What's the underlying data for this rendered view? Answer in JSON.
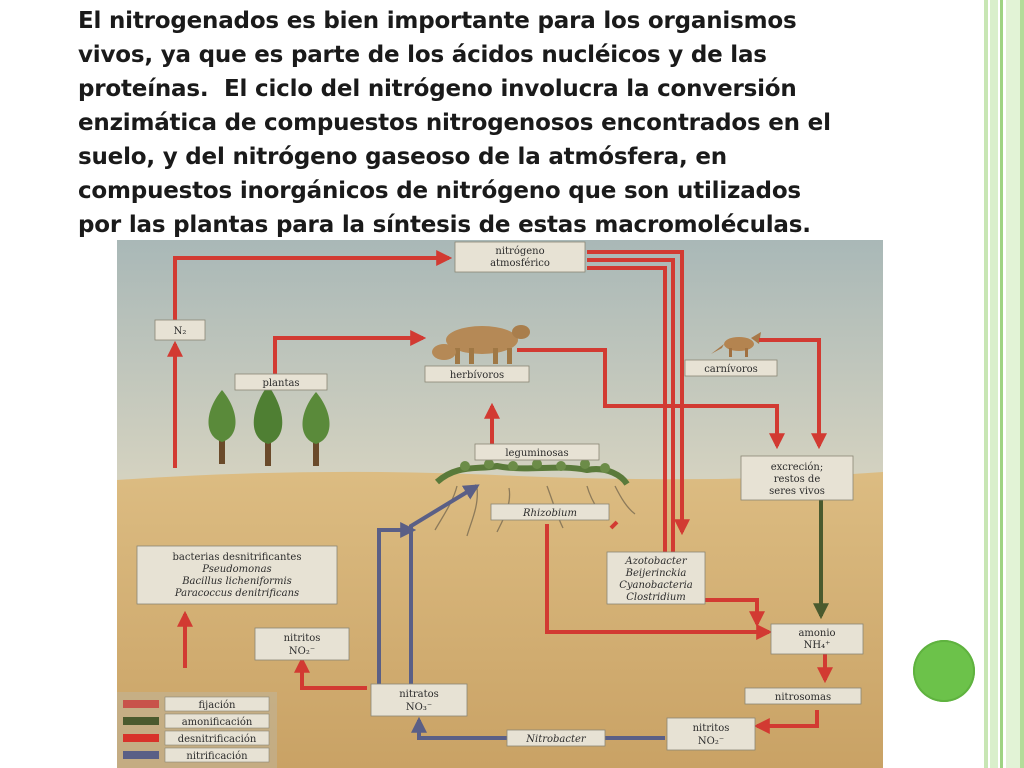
{
  "paragraph": "El nitrogenados es bien importante para los organismos\nvivos, ya que es parte de los ácidos nucléicos y de las\nproteínas.  El ciclo del nitrógeno involucra la conversión\nenzimática de compuestos nitrogenosos encontrados en el\nsuelo, y del nitrógeno gaseoso de la atmósfera, en\ncompuestos inorgánicos de nitrógeno que son utilizados\npor las plantas para la síntesis de estas macromoléculas.",
  "diagram": {
    "atmospheric_n": [
      "nitrógeno",
      "atmosférico"
    ],
    "n2": "N₂",
    "plants": "plantas",
    "herbivores": "herbívoros",
    "carnivores": "carnívoros",
    "legumes": "leguminosas",
    "excretion": [
      "excreción;",
      "restos de",
      "seres vivos"
    ],
    "rhizobium": "Rhizobium",
    "denitrifying": [
      "bacterias desnitrificantes",
      "Pseudomonas",
      "Bacillus licheniformis",
      "Paracoccus denitrificans"
    ],
    "fixers": [
      "Azotobacter",
      "Beijerinckia",
      "Cyanobacteria",
      "Clostridium"
    ],
    "nitrites_left": [
      "nitritos",
      "NO₂⁻"
    ],
    "nitrates": [
      "nitratos",
      "NO₃⁻"
    ],
    "ammonium": [
      "amonio",
      "NH₄⁺"
    ],
    "nitrosomonas": "nitrosomas",
    "nitrites_right": [
      "nitritos",
      "NO₂⁻"
    ],
    "nitrobacter": "Nitrobacter"
  },
  "legend": [
    {
      "label": "fijación",
      "color": "#c8524a"
    },
    {
      "label": "amonificación",
      "color": "#4a5a2e"
    },
    {
      "label": "desnitrificación",
      "color": "#d8322a"
    },
    {
      "label": "nitrificación",
      "color": "#5a5f86"
    }
  ]
}
